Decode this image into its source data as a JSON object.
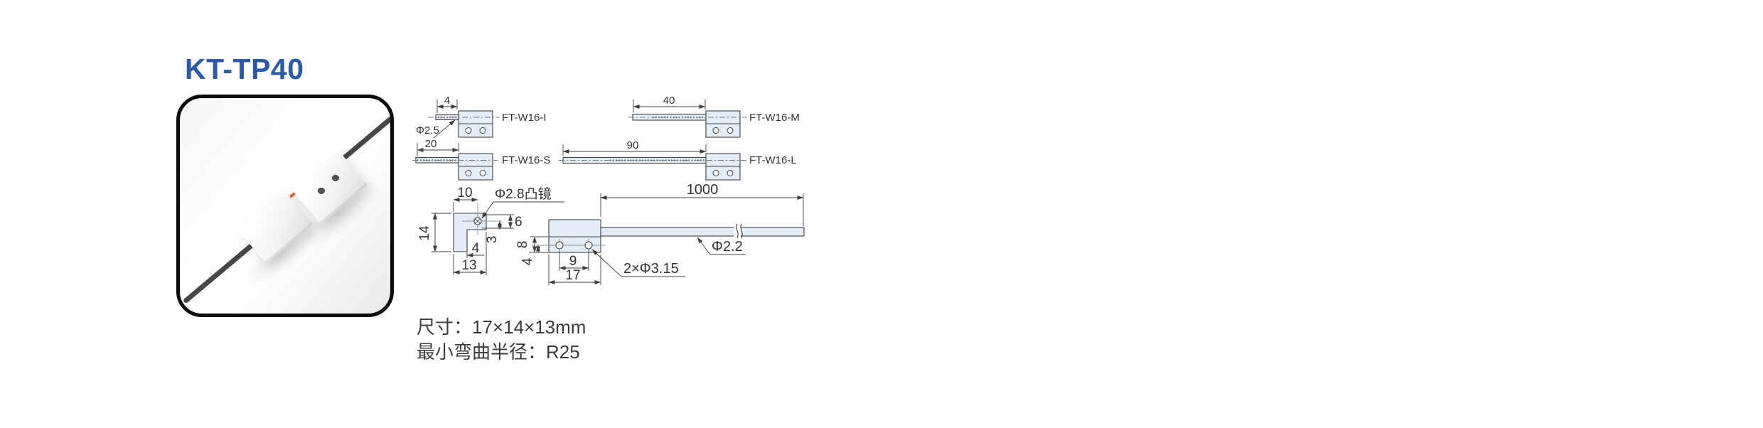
{
  "title": "KT-TP40",
  "variants": [
    {
      "label": "FT-W16-I",
      "dim": "4"
    },
    {
      "label": "FT-W16-M",
      "dim": "40"
    },
    {
      "label": "FT-W16-S",
      "dim": "20"
    },
    {
      "label": "FT-W16-L",
      "dim": "90"
    }
  ],
  "callouts": {
    "fiber_diameter": "Φ2.5",
    "lens": "Φ2.8凸镜",
    "cable_length": "1000",
    "cable_diameter": "Φ2.2",
    "mount_holes": "2×Φ3.15"
  },
  "side_view": {
    "top_width": "10",
    "height": "14",
    "lens_depth": "6",
    "lens_offset": "3",
    "leg_width": "4",
    "bottom_width": "13"
  },
  "front_view": {
    "base_height": "8",
    "hole_offset": "4",
    "hole_pitch": "9",
    "width": "17"
  },
  "specs": {
    "size": "尺寸：17×14×13mm",
    "min_bend_radius": "最小弯曲半径：R25"
  },
  "colors": {
    "accent_blue": "#2b5aa7",
    "drawing_fill": "#e3edf7",
    "line": "#3f3f3f",
    "beam_red": "#e8512c"
  }
}
